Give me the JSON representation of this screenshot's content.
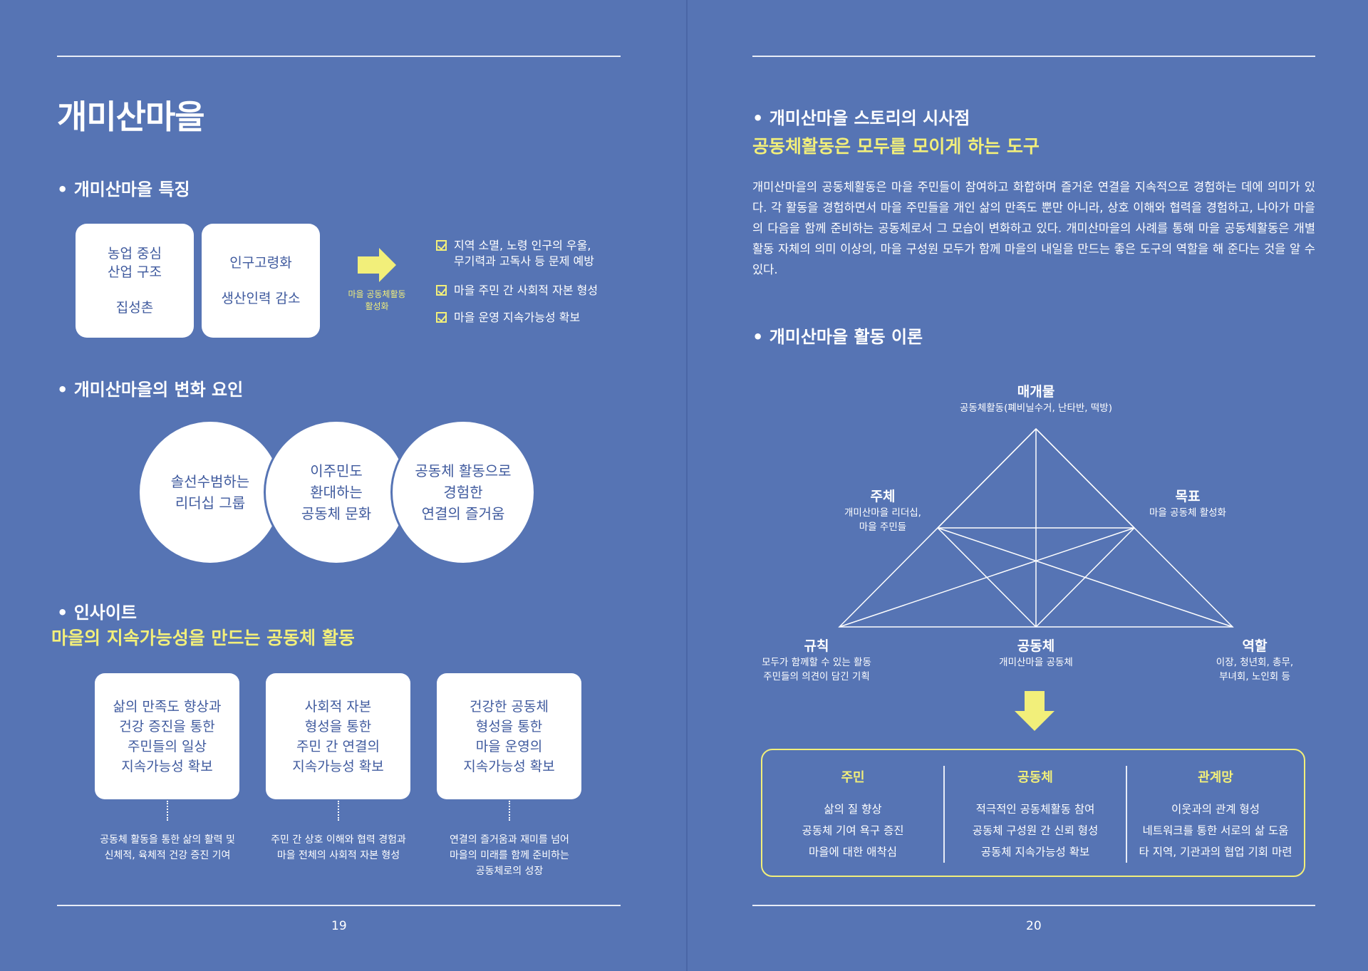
{
  "left_page": {
    "title": "개미산마을",
    "features": {
      "heading": "• 개미산마을 특징",
      "card1": {
        "line1": "농업 중심\n산업 구조",
        "line2": "집성촌"
      },
      "card2": {
        "line1": "인구고령화",
        "line2": "생산인력 감소"
      },
      "arrow_label": "마을 공동체활동\n활성화",
      "checks": [
        "지역 소멸, 노령 인구의 우울,\n무기력과 고독사 등 문제 예방",
        "마을 주민 간 사회적 자본 형성",
        "마을 운영 지속가능성 확보"
      ]
    },
    "factors": {
      "heading": "• 개미산마을의 변화 요인",
      "circles": [
        "솔선수범하는\n리더십 그룹",
        "이주민도\n환대하는\n공동체 문화",
        "공동체 활동으로\n경험한\n연결의 즐거움"
      ]
    },
    "insight": {
      "heading": "• 인사이트",
      "subtitle": "마을의 지속가능성을 만드는 공동체 활동",
      "cards": [
        "삶의 만족도 향상과\n건강 증진을 통한\n주민들의 일상\n지속가능성 확보",
        "사회적 자본\n형성을 통한\n주민 간 연결의\n지속가능성 확보",
        "건강한 공동체\n형성을 통한\n마을 운영의\n지속가능성 확보"
      ],
      "notes": [
        "공동체 활동을 통한 삶의 활력 및\n신체적, 육체적 건강 증진 기여",
        "주민 간 상호 이해와 협력 경험과\n마을 전체의 사회적 자본 형성",
        "연결의 즐거움과 재미를 넘어\n마을의 미래를 함께 준비하는\n공동체로의 성장"
      ]
    },
    "page_number": "19"
  },
  "right_page": {
    "story": {
      "heading": "• 개미산마을 스토리의 시사점",
      "subtitle": "공동체활동은 모두를 모이게 하는 도구",
      "paragraph": "개미산마을의 공동체활동은 마을 주민들이 참여하고 화합하며 즐거운 연결을 지속적으로 경험하는 데에 의미가 있다. 각 활동을 경험하면서 마을 주민들을 개인 삶의 만족도 뿐만 아니라, 상호 이해와 협력을 경험하고, 나아가 마을의 다음을 함께 준비하는 공동체로서 그 모습이 변화하고 있다. 개미산마을의 사례를 통해 마을 공동체활동은 개별 활동 자체의 의미 이상의, 마을 구성원 모두가 함께 마을의 내일을 만드는 좋은 도구의 역할을 해 준다는 것을 알 수 있다."
    },
    "theory": {
      "heading": "• 개미산마을 활동 이론",
      "nodes": {
        "top": {
          "title": "매개물",
          "desc": "공동체활동(폐비닐수거, 난타반, 떡방)"
        },
        "left": {
          "title": "주체",
          "desc": "개미산마을 리더십,\n마을 주민들"
        },
        "right": {
          "title": "목표",
          "desc": "마을 공동체 활성화"
        },
        "bottom_left": {
          "title": "규칙",
          "desc": "모두가 함께할 수 있는 활동\n주민들의 의견이 담긴 기획"
        },
        "bottom_center": {
          "title": "공동체",
          "desc": "개미산마을 공동체"
        },
        "bottom_right": {
          "title": "역할",
          "desc": "이장, 청년회, 총무,\n부녀회, 노인회 등"
        }
      },
      "summary": [
        {
          "title": "주민",
          "items": [
            "삶의 질 향상",
            "공동체 기여 욕구 증진",
            "마을에 대한 애착심"
          ]
        },
        {
          "title": "공동체",
          "items": [
            "적극적인 공동체활동 참여",
            "공동체 구성원 간 신뢰 형성",
            "공동체 지속가능성 확보"
          ]
        },
        {
          "title": "관계망",
          "items": [
            "이웃과의 관계 형성",
            "네트워크를 통한 서로의 삶 도움",
            "타 지역, 기관과의 협업 기회 마련"
          ]
        }
      ]
    },
    "page_number": "20"
  },
  "colors": {
    "background": "#5674b4",
    "accent": "#f2ef7a",
    "card": "#ffffff",
    "card_text": "#3f5a9e"
  }
}
